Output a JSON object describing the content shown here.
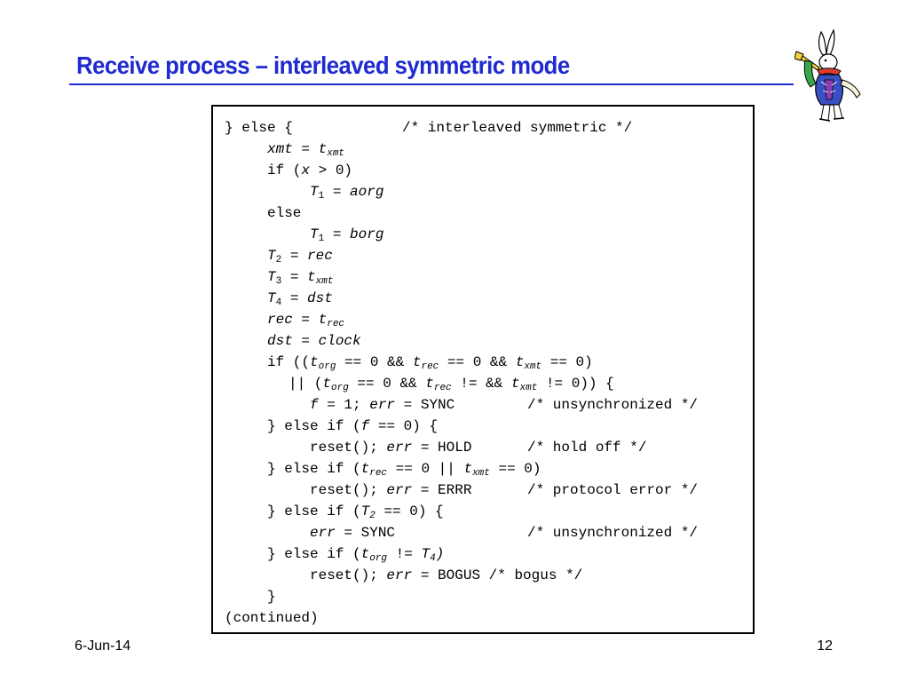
{
  "slide": {
    "title": "Receive process – interleaved symmetric mode",
    "footer_date": "6-Jun-14",
    "page_number": "12"
  },
  "code": {
    "l01": {
      "a": "} else {",
      "comment": "/* interleaved symmetric */"
    },
    "l02": {
      "v1": "xmt",
      "op": " = ",
      "v2": "t",
      "s2": "xmt"
    },
    "l03": {
      "a": "if (",
      "v1": "x",
      "b": " > 0)"
    },
    "l04": {
      "v1": "T",
      "s1": "1",
      "op": " = ",
      "v2": "aorg"
    },
    "l05": {
      "a": "else"
    },
    "l06": {
      "v1": "T",
      "s1": "1",
      "op": " = ",
      "v2": "borg"
    },
    "l07": {
      "v1": "T",
      "s1": "2",
      "op": " = ",
      "v2": "rec"
    },
    "l08": {
      "v1": "T",
      "s1": "3",
      "op": " = ",
      "v2": "t",
      "s2": "xmt"
    },
    "l09": {
      "v1": "T",
      "s1": "4",
      "op": " = ",
      "v2": "dst"
    },
    "l10": {
      "v1": "rec",
      "op": " = ",
      "v2": "t",
      "s2": "rec"
    },
    "l11": {
      "v1": "dst",
      "op": " = ",
      "v2": "clock"
    },
    "l12": {
      "a": "if ((",
      "v1": "t",
      "s1": "org",
      "b": " == 0 && ",
      "v2": "t",
      "s2": "rec",
      "c": " == 0 && ",
      "v3": "t",
      "s3": "xmt",
      "d": " == 0)"
    },
    "l13": {
      "a": "|| (",
      "v1": "t",
      "s1": "org",
      "b": " == 0 && ",
      "v2": "t",
      "s2": "rec",
      "c": " != && ",
      "v3": "t",
      "s3": "xmt",
      "d": " != 0)) {"
    },
    "l14": {
      "v1": "f",
      "a": " = 1; ",
      "v2": "err",
      "b": " = SYNC",
      "comment": "/* unsynchronized */"
    },
    "l15": {
      "a": "} else if (",
      "v1": "f",
      "b": " == 0) {"
    },
    "l16": {
      "a": "reset(); ",
      "v1": "err",
      "b": " = HOLD",
      "comment": "/* hold off */"
    },
    "l17": {
      "a": "} else if (",
      "v1": "t",
      "s1": "rec",
      "b": " == 0 || ",
      "v2": "t",
      "s2": "xmt",
      "c": " == 0)"
    },
    "l18": {
      "a": "reset(); ",
      "v1": "err",
      "b": " = ERRR",
      "comment": "/* protocol error */"
    },
    "l19": {
      "a": "} else if (",
      "v1": "T",
      "s1": "2",
      "b": " == 0) {"
    },
    "l20": {
      "v1": "err",
      "b": " = SYNC",
      "comment": "/* unsynchronized */"
    },
    "l21": {
      "a": "} else if (",
      "v1": "t",
      "s1": "org",
      "b": " != ",
      "v2": "T",
      "s2": "4",
      "c": ")"
    },
    "l22": {
      "a": "reset(); ",
      "v1": "err",
      "b": " = BOGUS /* bogus */"
    },
    "l23": {
      "a": "}"
    },
    "l24": {
      "a": "(continued)"
    }
  },
  "icons": {
    "logo": "white-rabbit-logo"
  },
  "colors": {
    "title": "#1f2bd0",
    "box_border": "#000000"
  }
}
